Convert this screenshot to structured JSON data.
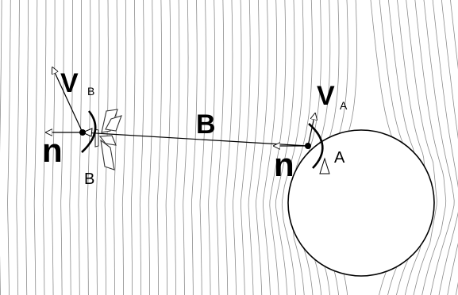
{
  "labels": {
    "vb_letter": "V",
    "vb_subscript": "B",
    "va_letter": "V",
    "va_subscript": "A",
    "b_vector": "B",
    "n_left": "n",
    "n_right": "n",
    "point_b": "B",
    "point_a": "A"
  },
  "colors": {
    "background": "#ffffff",
    "field_lines": "#8c8c8c",
    "ink": "#000000"
  }
}
